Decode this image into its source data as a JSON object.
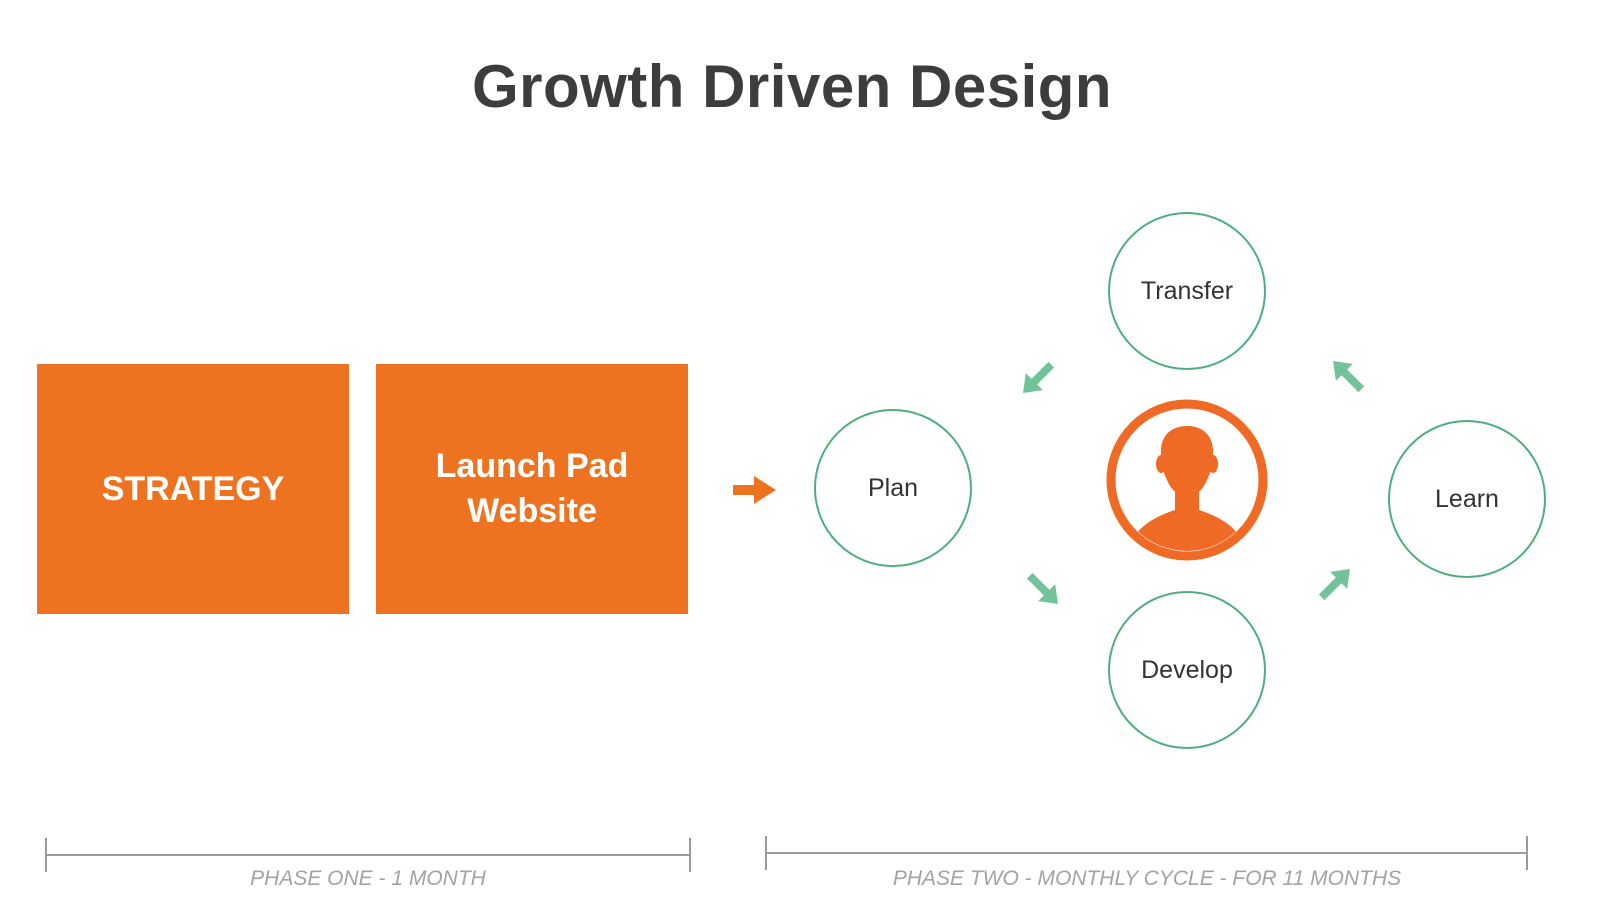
{
  "title": "Growth Driven Design",
  "boxes": {
    "strategy": "STRATEGY",
    "launch_line1": "Launch Pad",
    "launch_line2": "Website"
  },
  "cycle": {
    "transfer": "Transfer",
    "plan": "Plan",
    "learn": "Learn",
    "develop": "Develop"
  },
  "phases": {
    "one": "PHASE ONE - 1 MONTH",
    "two": "PHASE TWO - MONTHLY CYCLE - FOR 11 MONTHS"
  },
  "colors": {
    "orange": "#ee7321",
    "green": "#4fae7d",
    "green_arrow": "#72c39a",
    "title_text": "#3d3d3d",
    "phase_text": "#a3a3a3"
  },
  "icons": {
    "center": "person-silhouette-icon",
    "connector": "arrow-right-icon"
  }
}
